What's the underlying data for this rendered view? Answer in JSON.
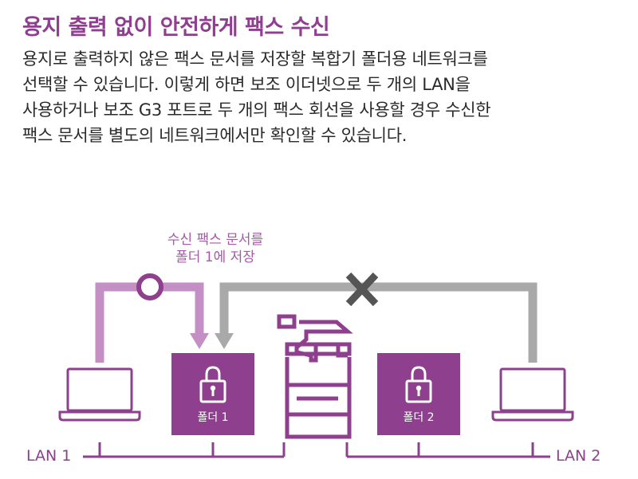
{
  "title": "용지 출력 없이 안전하게 팩스 수신",
  "paragraph": [
    "용지로 출력하지 않은 팩스 문서를 저장할 복합기 폴더용 네트워크를",
    "선택할 수 있습니다. 이렇게 하면 보조 이더넷으로 두 개의 LAN을",
    "사용하거나 보조 G3 포트로 두 개의 팩스 회선을 사용할 경우 수신한",
    "팩스 문서를 별도의 네트워크에서만 확인할 수 있습니다."
  ],
  "diagram": {
    "caption_line1": "수신 팩스 문서를",
    "caption_line2": "폴더 1에 저장",
    "folder1_label": "폴더 1",
    "folder2_label": "폴더 2",
    "lan1_label": "LAN 1",
    "lan2_label": "LAN 2",
    "colors": {
      "purple_dark": "#8e3f8e",
      "purple_light": "#c48fc4",
      "gray": "#a9a9a9",
      "x_mark": "#555555"
    },
    "icons": [
      "laptop-icon",
      "lock-icon",
      "multifunction-printer-icon",
      "circle-ok-icon",
      "x-mark-icon"
    ]
  }
}
